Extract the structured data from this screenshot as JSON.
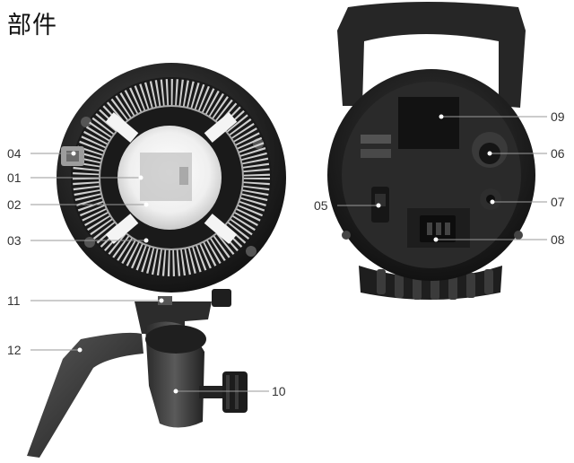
{
  "page": {
    "title": "部件"
  },
  "labels": {
    "l01": "01",
    "l02": "02",
    "l03": "03",
    "l04": "04",
    "l05": "05",
    "l06": "06",
    "l07": "07",
    "l08": "08",
    "l09": "09",
    "l10": "10",
    "l11": "11",
    "l12": "12"
  }
}
